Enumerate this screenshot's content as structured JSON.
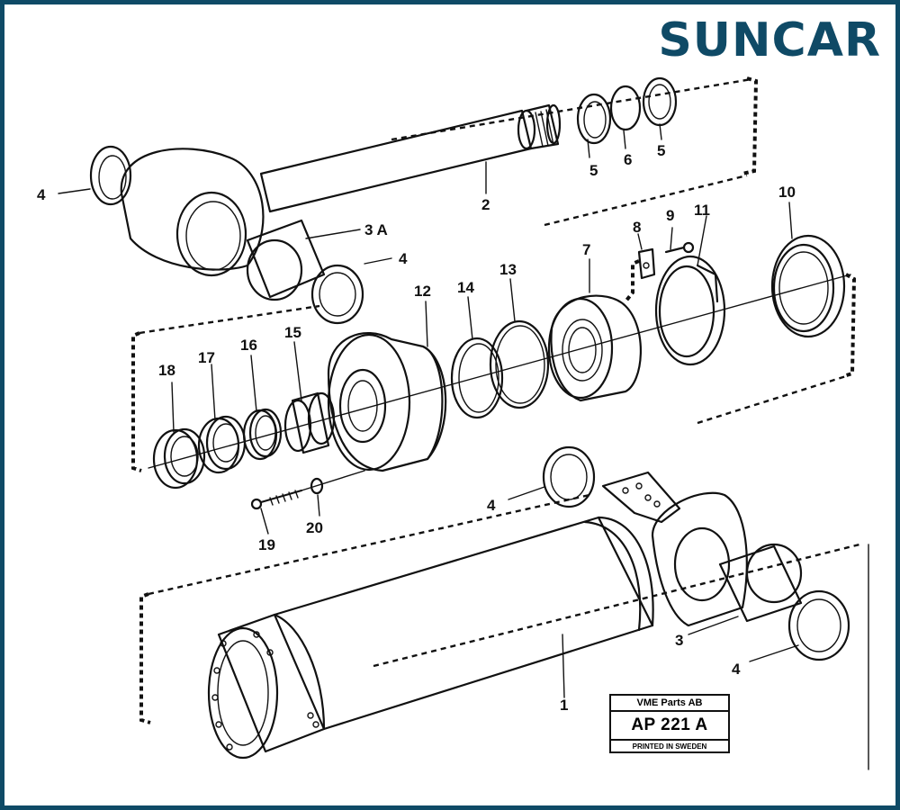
{
  "brand": {
    "logo_text": "SUNCAR",
    "color": "#0f4a66"
  },
  "stamp": {
    "company": "VME Parts AB",
    "code": "AP 221 A",
    "printed": "PRINTED IN SWEDEN"
  },
  "callouts": {
    "c1": "1",
    "c2": "2",
    "c3": "3",
    "c3a": "3 A",
    "c4_top": "4",
    "c4_mid": "4",
    "c4_low": "4",
    "c4_bot": "4",
    "c5a": "5",
    "c5b": "5",
    "c6": "6",
    "c7": "7",
    "c8": "8",
    "c9": "9",
    "c10": "10",
    "c11": "11",
    "c12": "12",
    "c13": "13",
    "c14": "14",
    "c15": "15",
    "c16": "16",
    "c17": "17",
    "c18": "18",
    "c19": "19",
    "c20": "20"
  }
}
